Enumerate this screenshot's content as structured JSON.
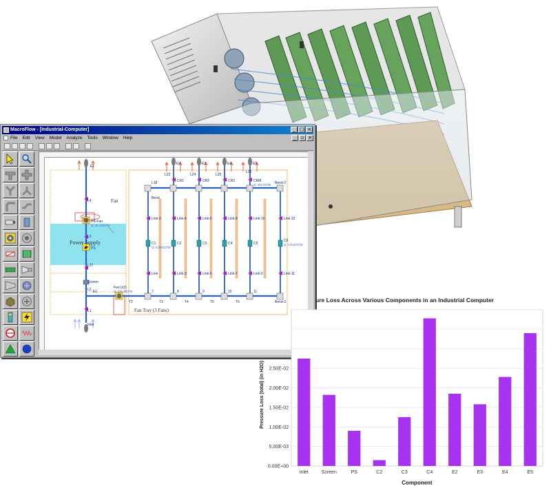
{
  "window": {
    "title": "MacroFlow - [Industrial-Computer]",
    "menu": [
      "File",
      "Edit",
      "View",
      "Model",
      "Analyze",
      "Tools",
      "Window",
      "Help"
    ]
  },
  "schematic": {
    "labels": {
      "e1": "E1",
      "e2": "E2",
      "e3": "E3",
      "e4": "E4",
      "e5": "E5",
      "fan_section": "Fan",
      "ps_fan": "PS-Fan",
      "ps_fan_flow": "Q: 35.134CFM",
      "power_supply": "Power Supply",
      "ps": "PS",
      "l3": "L3",
      "l4": "L4",
      "l27": "L27",
      "screen": "Screen",
      "l2": "L2",
      "l1": "L1",
      "e1b": "E1",
      "fan_x3": "Fan (x3)",
      "fan_x3_flow": "Q: 229.48CFM",
      "inlet": "Inlet",
      "fan_tray": "Fan Tray (3 Fans)",
      "t2": "T2",
      "t3": "T3",
      "t4": "T4",
      "t5": "T5",
      "t6": "T6",
      "bend3": "Bend-3",
      "bend2": "Bend-2",
      "bend": "Bend",
      "l18": "L18",
      "l23": "L23",
      "l24": "L24",
      "l25": "L25",
      "l26": "L26",
      "cr1": "CR1",
      "cr2": "CR2",
      "cr3": "CR3",
      "crm": "CRM",
      "cr_flow": "Q: 203.2CFM",
      "c1": "C1",
      "c2": "C2",
      "c3": "C3",
      "c4": "C4",
      "c5": "C5",
      "c6": "C6",
      "c1_flow": "Q: 9.3931CFM",
      "c6_flow": "Q: 170.67CFM",
      "link2": "Link-2",
      "link4": "Link-4",
      "link6": "Link-6",
      "link8": "Link-8",
      "link10": "Link-10",
      "link12": "Link-12",
      "link": "Link",
      "link3": "Link-3",
      "link5": "Link-5",
      "link7": "Link-7",
      "link9": "Link-9",
      "link11": "Link-11",
      "n7": "7",
      "n8": "8",
      "n9": "9",
      "n10": "10",
      "n11": "11"
    }
  },
  "chart_data": {
    "type": "bar",
    "title": "ure Loss Across Various Components in an Industrial Computer",
    "xlabel": "Component",
    "ylabel": "Pressure Loss (total) (in H2O)",
    "categories": [
      "Inlet",
      "Screen",
      "PS",
      "C2",
      "C3",
      "C4",
      "E2",
      "E3",
      "E4",
      "E5"
    ],
    "values": [
      0.0275,
      0.0182,
      0.009,
      0.0015,
      0.0125,
      0.0378,
      0.0185,
      0.0158,
      0.0228,
      0.034
    ],
    "yticks": [
      0,
      0.005,
      0.01,
      0.015,
      0.02,
      0.025
    ],
    "ytick_labels": [
      "0.00E+00",
      "5.00E-03",
      "1.00E-02",
      "1.50E-02",
      "2.00E-02",
      "2.50E-02"
    ],
    "ylim": [
      0,
      0.04
    ],
    "grid": true,
    "bar_color": "#a733f0"
  }
}
